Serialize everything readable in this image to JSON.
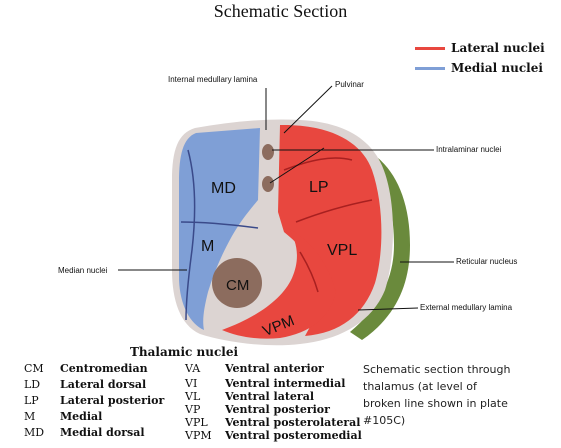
{
  "title": "Schematic Section",
  "legend": [
    {
      "label": "Lateral nuclei",
      "color": "#e8473f"
    },
    {
      "label": "Medial nuclei",
      "color": "#7f9fd6"
    }
  ],
  "callouts": {
    "internal_medullary_lamina": "Internal medullary lamina",
    "pulvinar": "Pulvinar",
    "intralaminar_nuclei": "Intralaminar nuclei",
    "median_nuclei": "Median nuclei",
    "reticular_nucleus": "Reticular nucleus",
    "external_medullary_lamina": "External medullary lamina"
  },
  "region_labels": {
    "md": "MD",
    "lp": "LP",
    "m": "M",
    "cm": "CM",
    "vpl": "VPL",
    "vpm": "VPM"
  },
  "colors": {
    "lateral": "#e8473f",
    "medial": "#7f9fd6",
    "lamina": "#dcd4d2",
    "centromedian": "#8c6c5e",
    "reticular": "#6a8a3c"
  },
  "nuclei_title": "Thalamic nuclei",
  "abbreviations_left": [
    {
      "abbr": "CM",
      "name": "Centromedian"
    },
    {
      "abbr": "LD",
      "name": "Lateral dorsal"
    },
    {
      "abbr": "LP",
      "name": "Lateral posterior"
    },
    {
      "abbr": "M",
      "name": "Medial"
    },
    {
      "abbr": "MD",
      "name": "Medial dorsal"
    }
  ],
  "abbreviations_right": [
    {
      "abbr": "VA",
      "name": "Ventral anterior"
    },
    {
      "abbr": "VI",
      "name": "Ventral intermedial"
    },
    {
      "abbr": "VL",
      "name": "Ventral lateral"
    },
    {
      "abbr": "VP",
      "name": "Ventral posterior"
    },
    {
      "abbr": "VPL",
      "name": "Ventral posterolateral"
    },
    {
      "abbr": "VPM",
      "name": "Ventral posteromedial"
    }
  ],
  "caption": "Schematic section through thalamus (at level of broken line shown in plate #105C)"
}
